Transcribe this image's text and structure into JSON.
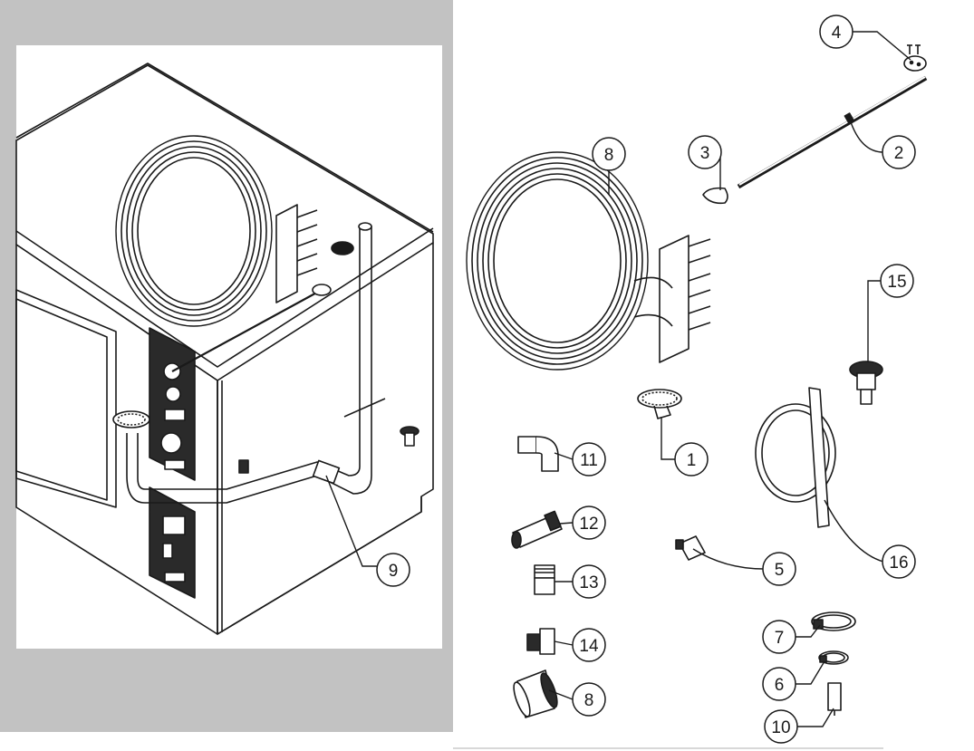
{
  "colors": {
    "panel_gray": "#c2c2c2",
    "line": "#1a1a1a",
    "part_fill": "#ffffff",
    "dark_part": "#2a2a2a",
    "page_bg": "#ffffff"
  },
  "callouts": [
    {
      "id": "c1",
      "label": "1"
    },
    {
      "id": "c2",
      "label": "2"
    },
    {
      "id": "c3",
      "label": "3"
    },
    {
      "id": "c4",
      "label": "4"
    },
    {
      "id": "c5",
      "label": "5"
    },
    {
      "id": "c6",
      "label": "6"
    },
    {
      "id": "c7",
      "label": "7"
    },
    {
      "id": "c8a",
      "label": "8"
    },
    {
      "id": "c8b",
      "label": "8"
    },
    {
      "id": "c9",
      "label": "9"
    },
    {
      "id": "c10",
      "label": "10"
    },
    {
      "id": "c11",
      "label": "11"
    },
    {
      "id": "c12",
      "label": "12"
    },
    {
      "id": "c13",
      "label": "13"
    },
    {
      "id": "c14",
      "label": "14"
    },
    {
      "id": "c15",
      "label": "15"
    },
    {
      "id": "c16",
      "label": "16"
    }
  ]
}
